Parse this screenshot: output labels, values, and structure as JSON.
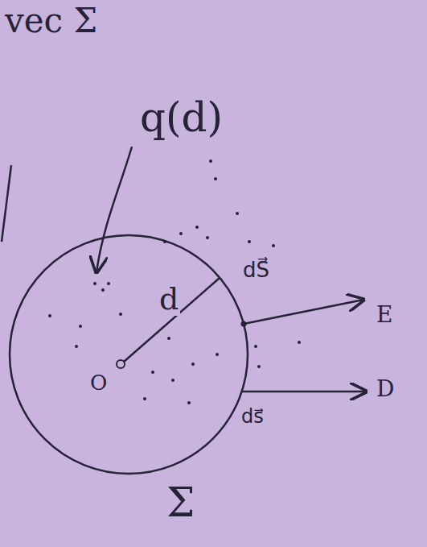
{
  "diagram": {
    "labels": [
      "vec Σ",
      "q(d)",
      "d",
      "O",
      "dS⃗",
      "E",
      "D",
      "ds⃗",
      "Σ"
    ]
  }
}
